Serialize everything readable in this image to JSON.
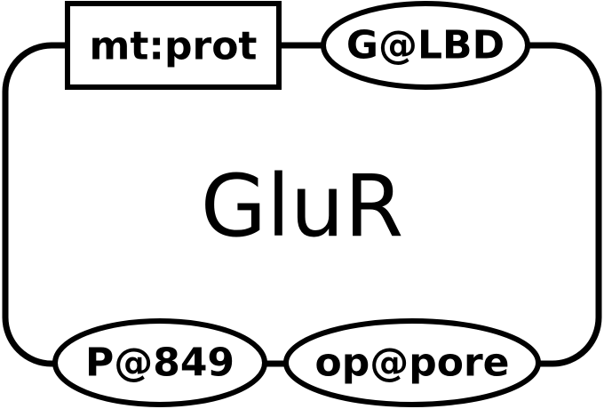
{
  "diagram": {
    "center_label": "GluR",
    "stroke_color": "#000000",
    "fill_color": "#ffffff",
    "nodes": [
      {
        "id": "mt-prot",
        "label": "mt:prot",
        "shape": "rectangle",
        "position": "top-left"
      },
      {
        "id": "g-lbd",
        "label": "G@LBD",
        "shape": "ellipse",
        "position": "top-right"
      },
      {
        "id": "p-849",
        "label": "P@849",
        "shape": "ellipse",
        "position": "bottom-left"
      },
      {
        "id": "op-pore",
        "label": "op@pore",
        "shape": "ellipse",
        "position": "bottom-right"
      }
    ]
  }
}
